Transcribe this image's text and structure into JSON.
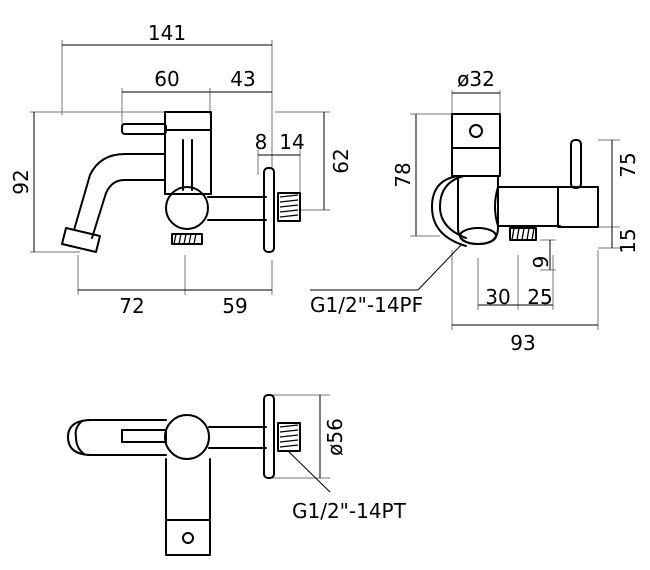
{
  "dimensions": {
    "front_total_width": "141",
    "front_upper_left": "60",
    "front_upper_right": "43",
    "front_thread_length": "8",
    "front_thread_offset": "14",
    "front_height": "92",
    "front_right_height": "62",
    "front_lower_left": "72",
    "front_lower_right": "59",
    "side_diameter": "ø32",
    "side_left_height": "78",
    "side_right_height": "75",
    "side_right_small": "15",
    "side_outlet_small": "9",
    "side_bottom_left": "30",
    "side_bottom_right": "25",
    "side_total_width": "93",
    "top_diameter": "ø56"
  },
  "callouts": {
    "side_thread": "G1/2\"-14PF",
    "top_thread": "G1/2\"-14PT"
  }
}
